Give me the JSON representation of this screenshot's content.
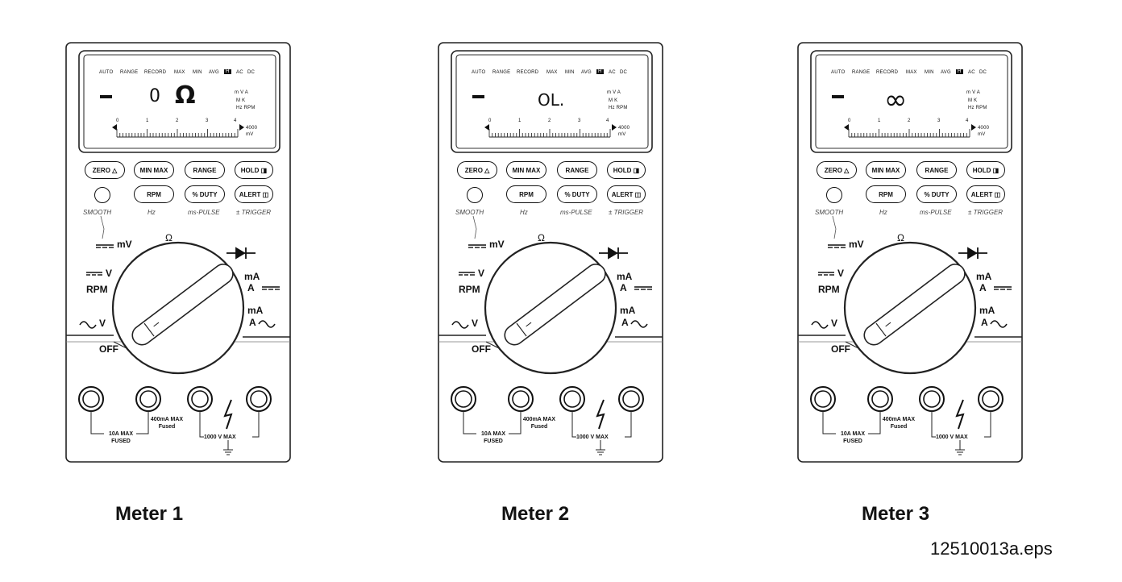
{
  "meters": [
    {
      "caption": "Meter 1",
      "readout": "0",
      "unit": "Ω"
    },
    {
      "caption": "Meter 2",
      "readout": "OL.",
      "unit": ""
    },
    {
      "caption": "Meter 3",
      "readout": "∞",
      "unit": ""
    }
  ],
  "annunciators": {
    "auto": "AUTO",
    "range": "RANGE",
    "record": "RECORD",
    "max": "MAX",
    "min": "MIN",
    "avg": "AVG",
    "h": "H",
    "ac": "AC",
    "dc": "DC",
    "m_v_a": "m V A",
    "m_k": "M K",
    "hz_rpm": "Hz RPM",
    "scale": [
      "0",
      "1",
      "2",
      "3",
      "4"
    ],
    "scale_max": "4000",
    "scale_unit": "mV"
  },
  "buttons": {
    "zero": "ZERO △",
    "minmax": "MIN MAX",
    "range": "RANGE",
    "hold": "HOLD ◨",
    "rpm": "RPM",
    "duty": "% DUTY",
    "alert": "ALERT ◫"
  },
  "sublabels": {
    "smooth": "SMOOTH",
    "hz": "Hz",
    "ms_pulse": "ms-PULSE",
    "trigger": "± TRIGGER"
  },
  "dial": {
    "mv": "mV",
    "ohm": "Ω",
    "dc_v": "V",
    "rpm": "RPM",
    "ac_v": "V",
    "off": "OFF",
    "ma_top": "mA",
    "a_dc": "A",
    "ma_bottom": "mA",
    "a_ac": "A"
  },
  "jacks": {
    "ten_a": "10A MAX",
    "fused_upper": "FUSED",
    "ma400": "400mA MAX",
    "fused_lower": "Fused",
    "v1000": "1000 V MAX"
  },
  "filename": "12510013a.eps"
}
